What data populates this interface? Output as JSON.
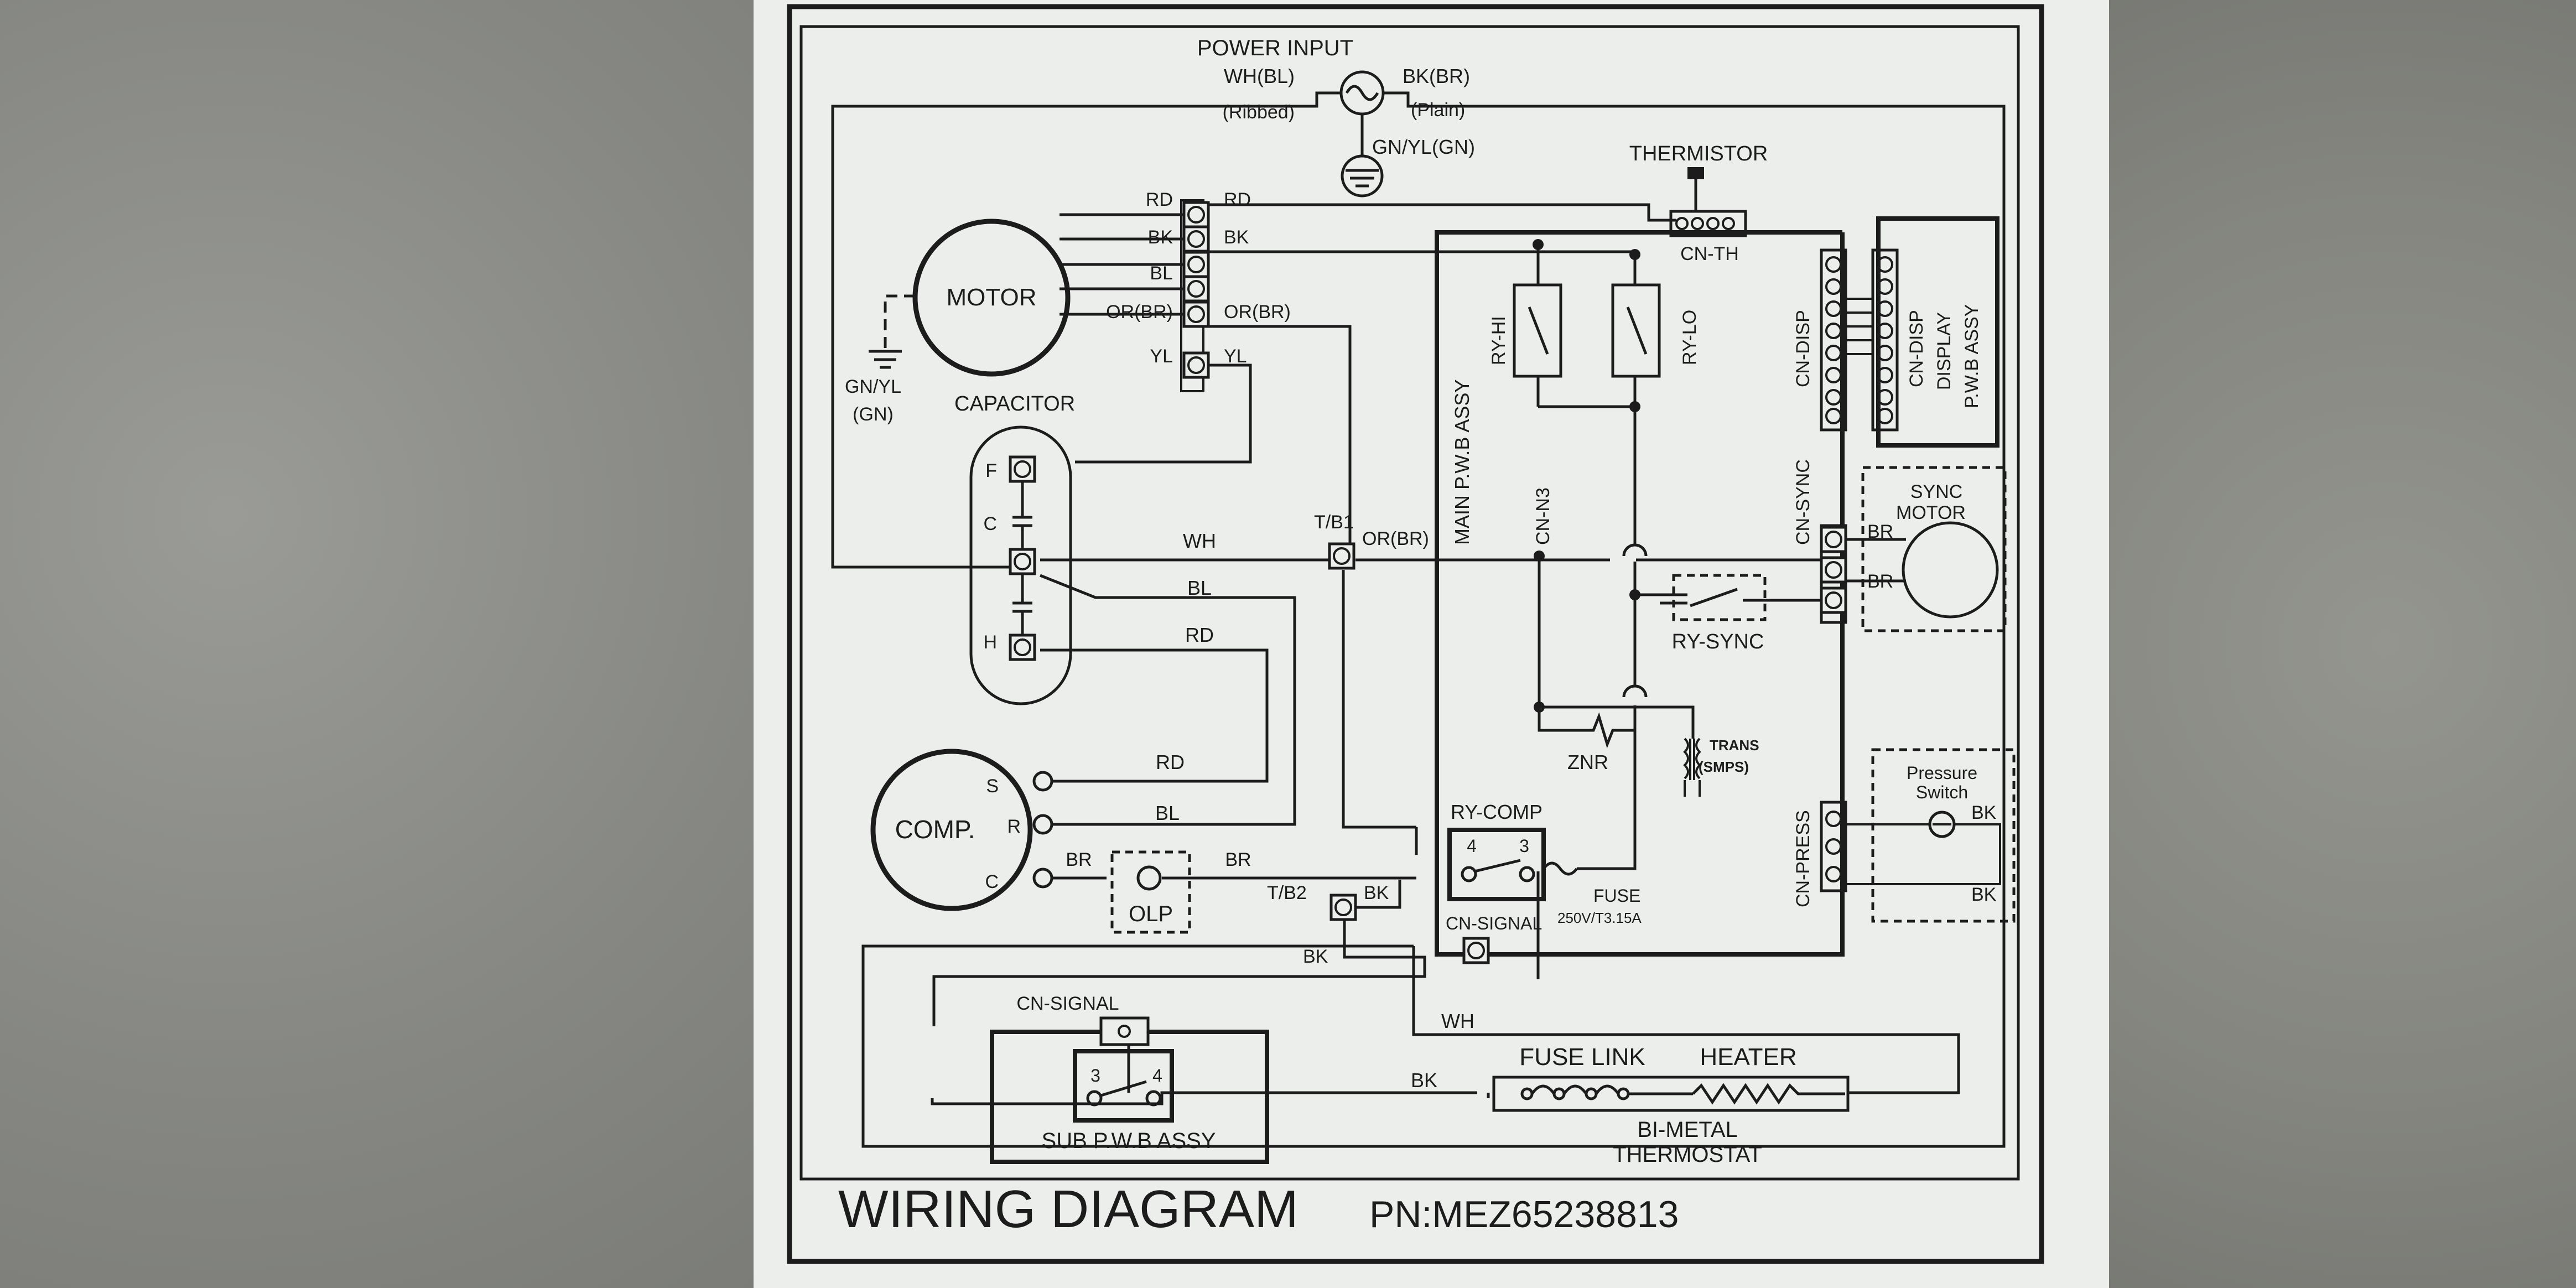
{
  "title": "WIRING DIAGRAM",
  "part_number": "PN:MEZ65238813",
  "power_input": {
    "label": "POWER INPUT",
    "wh_bl": "WH(BL)",
    "ribbed": "(Ribbed)",
    "bk_br": "BK(BR)",
    "plain": "(Plain)",
    "ground": "GN/YL(GN)"
  },
  "motor": {
    "label": "MOTOR",
    "ground_label": "GN/YL",
    "ground_sub": "(GN)",
    "wires_left": [
      "RD",
      "BK",
      "BL",
      "OR(BR)",
      "YL"
    ],
    "wires_right": [
      "RD",
      "BK",
      "OR(BR)",
      "YL"
    ]
  },
  "capacitor": {
    "label": "CAPACITOR",
    "terminals": [
      "F",
      "C",
      "H"
    ]
  },
  "compressor": {
    "label": "COMP.",
    "terminals": [
      "S",
      "R",
      "C"
    ]
  },
  "olp": "OLP",
  "terminal_blocks": {
    "tb1": "T/B1",
    "tb2": "T/B2"
  },
  "wire_labels": {
    "wh": "WH",
    "bl": "BL",
    "rd": "RD",
    "or_br": "OR(BR)",
    "br": "BR",
    "bk": "BK"
  },
  "main_pwb": {
    "label": "MAIN P.W.B ASSY",
    "ry_hi": "RY-HI",
    "ry_lo": "RY-LO",
    "cn_n3": "CN-N3",
    "ry_sync": "RY-SYNC",
    "znr": "ZNR",
    "trans": "TRANS",
    "smps": "(SMPS)",
    "ry_comp": "RY-COMP",
    "ry_comp_pins": [
      "4",
      "3"
    ],
    "fuse": "FUSE",
    "fuse_rating": "250V/T3.15A",
    "cn_signal": "CN-SIGNAL"
  },
  "thermistor": {
    "label": "THERMISTOR",
    "connector": "CN-TH"
  },
  "connectors": {
    "cn_disp": "CN-DISP",
    "cn_sync": "CN-SYNC",
    "cn_press": "CN-PRESS"
  },
  "display_pwb": {
    "connector": "CN-DISP",
    "label1": "DISPLAY",
    "label2": "P.W.B ASSY"
  },
  "sync_motor": {
    "label1": "SYNC",
    "label2": "MOTOR",
    "wires": [
      "BR",
      "BR"
    ]
  },
  "pressure_switch": {
    "label1": "Pressure",
    "label2": "Switch",
    "wires": [
      "BK",
      "BK"
    ]
  },
  "sub_pwb": {
    "label": "SUB P.W.B ASSY",
    "connector": "CN-SIGNAL",
    "pins": [
      "3",
      "4"
    ]
  },
  "heater": {
    "title_fuse": "FUSE LINK",
    "title_heater": "HEATER",
    "thermostat1": "BI-METAL",
    "thermostat2": "THERMOSTAT"
  },
  "colors": {
    "label_background": "#eceeec",
    "ink": "#1c1c1c",
    "wall": "#8e8f8c"
  }
}
